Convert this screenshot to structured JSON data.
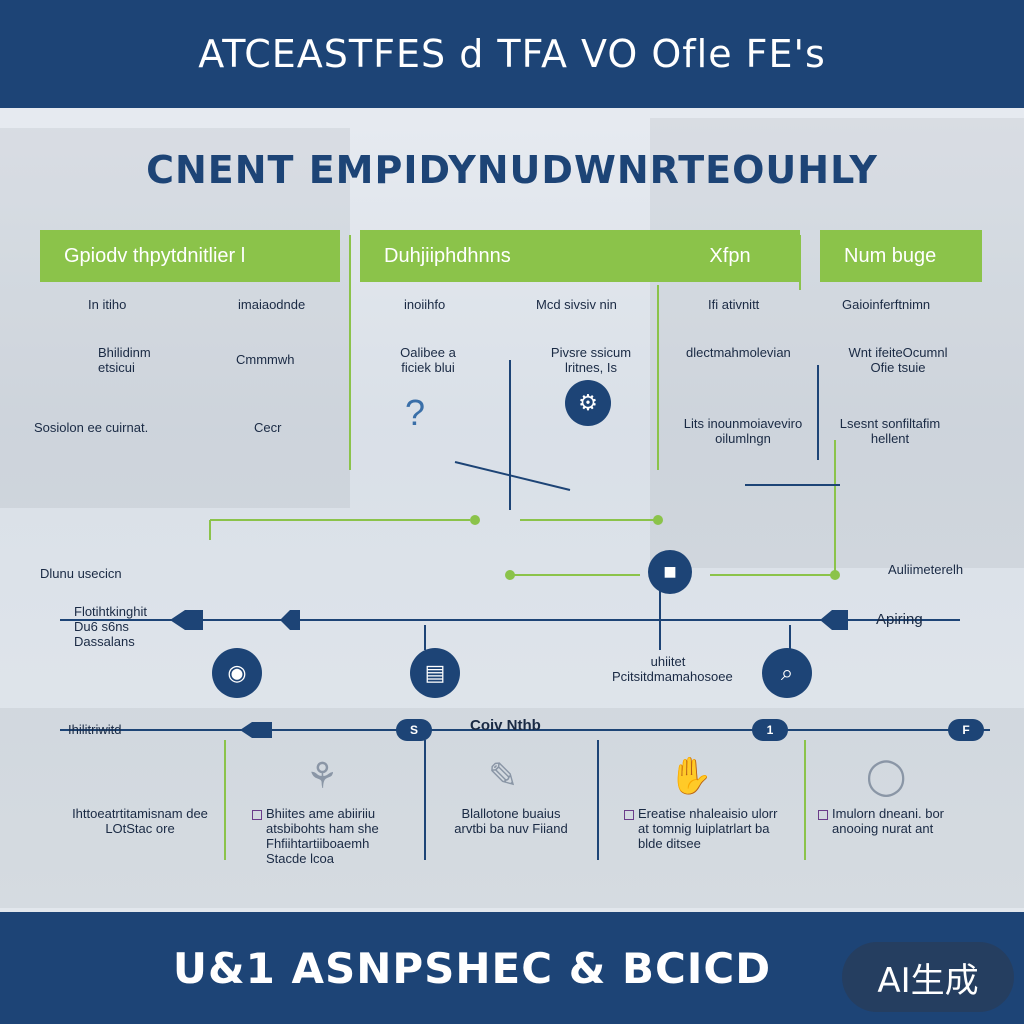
{
  "header": {
    "title": "ATCEASTFES d TFA VO Ofle  FE's"
  },
  "headline": "CNENT EMPIDYNUDWNRTEOUHLY",
  "columns": [
    {
      "label": "Gpiodv thpytdnitlier l"
    },
    {
      "label": "Duhjiiphdhnns"
    },
    {
      "label": "Xfpn"
    },
    {
      "label": "Num buge"
    }
  ],
  "row_labels": {
    "r1": [
      "In itiho",
      "imaiaodnde",
      "inoiihfo",
      "Mcd sivsiv nin",
      "Ifi ativnitt",
      "Gaioinferftnimn"
    ],
    "r2": [
      "Bhilidinm etsicui",
      "Cmmmwh",
      "Oalibee a ficiek blui",
      "Pivsre ssicum lritnes, Is",
      "dlectmahmolevian",
      "Wnt ifeiteOcumnl Ofie tsuie"
    ],
    "r3": [
      "Sosiolon ee cuirnat.",
      "Cecr",
      "Lits inounmoiaveviro oilumlngn",
      "Lsesnt sonfiltafim hellent"
    ]
  },
  "mid_labels": {
    "left": "Dlunu usecicn",
    "right": "Auliimeterelh",
    "timeline_left": "Flotihtkinghit Du6 s6ns Dassalans",
    "timeline_right": "Apiring",
    "timeline_mid": "uhiitet Pcitsitdmamahosoee"
  },
  "timeline2": {
    "left": "Ihilitriwitd",
    "center": "Coiv Nthb"
  },
  "bottom_labels": [
    "Ihttoeatrtitamisnam dee LOtStac ore",
    "Bhiites ame abiiriiu atsbibohts ham she Fhfiihtartiiboaemh Stacde lcoa",
    "Blallotone buaius arvtbi ba nuv Fiiand",
    "Ereatise nhaleaisio ulorr at tomnig luiplatrlart ba blde ditsee",
    "Imulorn dneani. bor anooing nurat ant"
  ],
  "footer": {
    "title": "U&1 ASNPSHEC & BCICD"
  },
  "badge": "AI生成",
  "pills": {
    "p1": "S",
    "p2": "1",
    "p3": "F"
  },
  "icons": [
    "question-icon",
    "gear-icon",
    "lock-icon",
    "cloud-icon",
    "target-icon",
    "globe-icon",
    "document-icon",
    "chart-icon",
    "signal-icon",
    "search-icon"
  ]
}
